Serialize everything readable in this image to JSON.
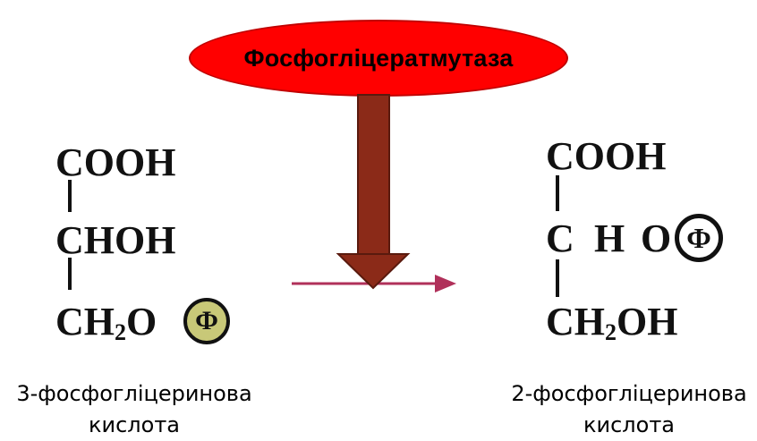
{
  "enzyme": {
    "label": "Фосфогліцератмутаза"
  },
  "left": {
    "formula_top": "COOH",
    "formula_mid": "CHOH",
    "formula_bot_ch": "CH",
    "formula_bot_sub": "2",
    "formula_bot_o": "O",
    "phosphate": "Ф",
    "caption_line1": "3-фосфогліцеринова",
    "caption_line2": "кислота"
  },
  "right": {
    "formula_top": "COOH",
    "formula_mid_c": "C",
    "formula_mid_h": "H",
    "formula_mid_o": "O",
    "formula_bot_ch": "CH",
    "formula_bot_sub": "2",
    "formula_bot_oh": "OH",
    "phosphate": "Ф",
    "caption_line1": "2-фосфогліцеринова",
    "caption_line2": "кислота"
  },
  "colors": {
    "ellipse": "#ff0000",
    "down_arrow": "#8b2a18",
    "reaction_arrow": "#b0305a",
    "phosphate_left_fill": "#c8c878"
  }
}
